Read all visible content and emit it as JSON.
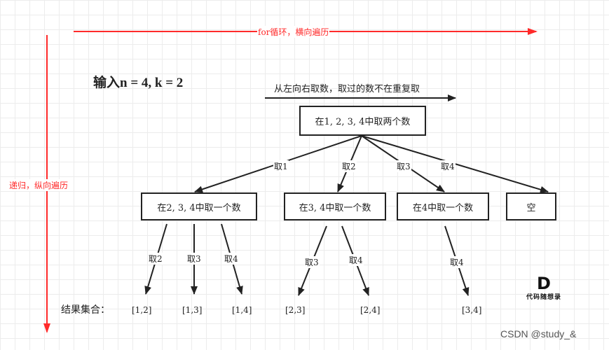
{
  "axes": {
    "horizontal_label": "for循环，横向遍历",
    "vertical_label": "递归，纵向遍历",
    "color": "#ff2a2a"
  },
  "title": "输入n = 4, k = 2",
  "direction_note": "从左向右取数，取过的数不在重复取",
  "tree": {
    "root": "在1, 2, 3, 4中取两个数",
    "level1_edges": [
      "取1",
      "取2",
      "取3",
      "取4"
    ],
    "level1_nodes": [
      "在2, 3, 4中取一个数",
      "在3, 4中取一个数",
      "在4中取一个数",
      "空"
    ],
    "level2_edges": [
      "取2",
      "取3",
      "取4",
      "取3",
      "取4",
      "取4"
    ]
  },
  "results": {
    "label": "结果集合：",
    "items": [
      "[1,2]",
      "[1,3]",
      "[1,4]",
      "[2,3]",
      "[2,4]",
      "[3,4]"
    ]
  },
  "logo": {
    "mark": "D",
    "text": "代码随想录"
  },
  "watermark": "CSDN @study_&"
}
